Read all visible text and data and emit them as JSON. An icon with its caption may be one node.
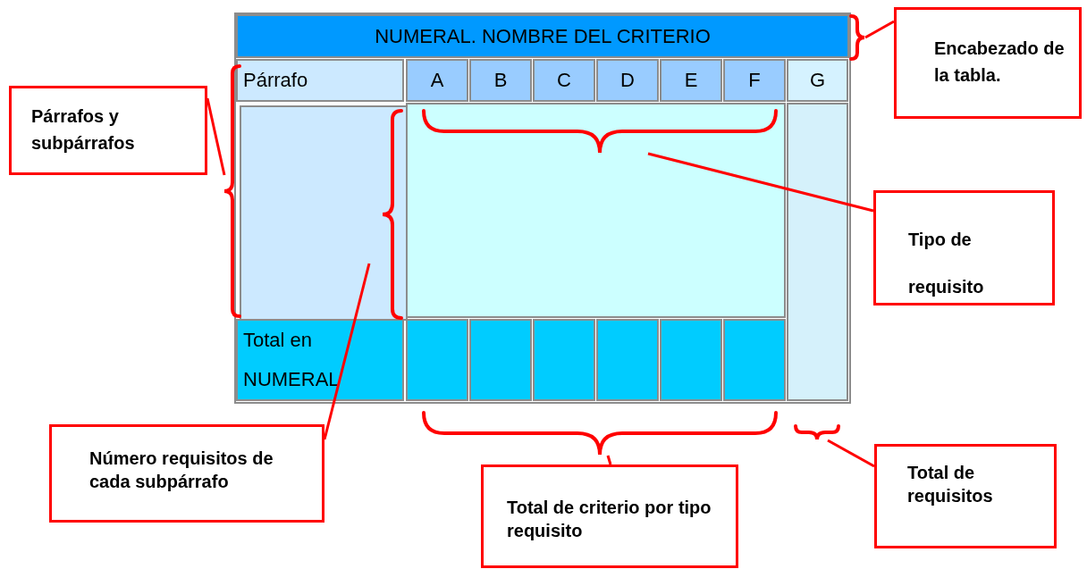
{
  "diagram": {
    "nodes": [
      {
        "text": [
          "Párrafos y subpárrafos"
        ]
      },
      {
        "text": [
          "Encabezado de la tabla."
        ]
      },
      {
        "text": [
          "Tipo de requisito"
        ]
      },
      {
        "text": [
          "Número requisitos de cada subpárrafo"
        ]
      },
      {
        "text": [
          "Total de criterio por tipo requisito"
        ]
      },
      {
        "text": [
          "Total de requisitos"
        ]
      },
      {
        "text": [],
        "shape": "bracket"
      },
      {
        "text": [],
        "shape": "bracket"
      },
      {
        "text": [],
        "shape": "bracket"
      },
      {
        "text": [],
        "shape": "box"
      },
      {
        "text": [],
        "shape": "bracket"
      },
      {
        "text": [],
        "shape": "bracket"
      }
    ],
    "edges": [
      {
        "from": 0,
        "to": 6,
        "arrow": "none"
      },
      {
        "from": 1,
        "to": 7,
        "arrow": "none"
      },
      {
        "from": 2,
        "to": 8,
        "arrow": "none"
      },
      {
        "from": 3,
        "to": 9,
        "arrow": "none"
      },
      {
        "from": 4,
        "to": 10,
        "arrow": "none"
      },
      {
        "from": 5,
        "to": 11,
        "arrow": "none"
      }
    ],
    "labels": [
      "NUMERAL. NOMBRE DEL CRITERIO",
      "Párrafo",
      "A",
      "B",
      "C",
      "D",
      "E",
      "F",
      "G",
      "Total en NUMERAL"
    ]
  }
}
